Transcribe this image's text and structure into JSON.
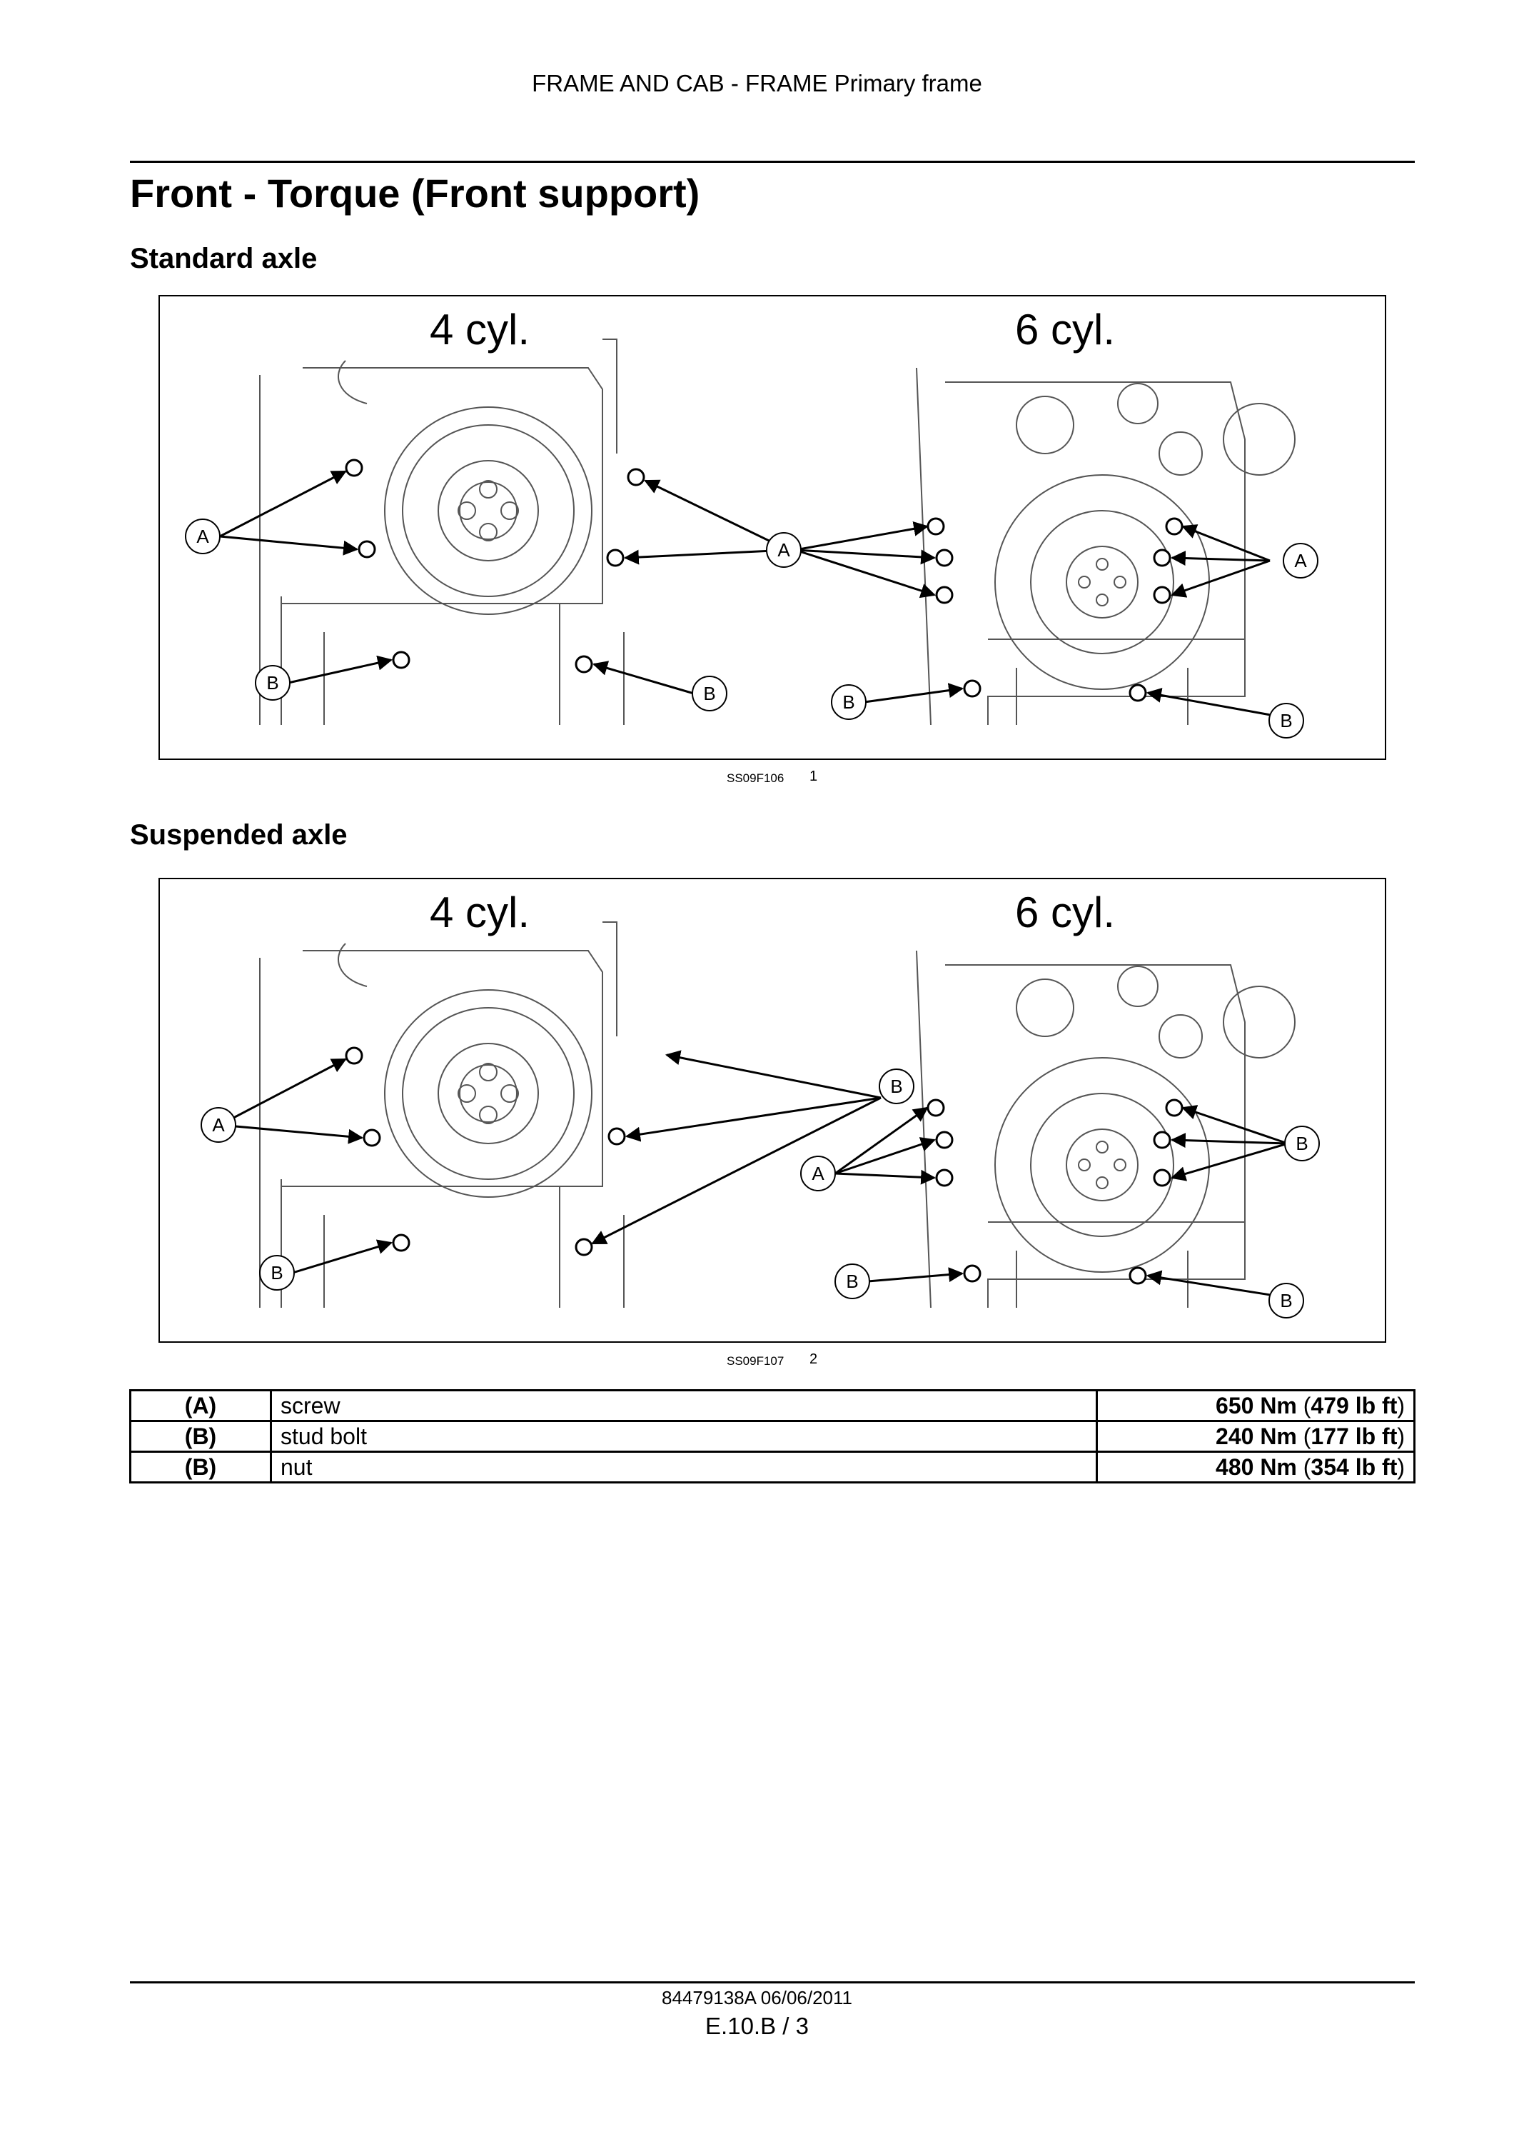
{
  "header": {
    "running_title": "FRAME AND CAB - FRAME Primary frame"
  },
  "page_title": "Front - Torque (Front support)",
  "sections": [
    {
      "heading": "Standard axle",
      "figure": {
        "left_label": "4 cyl.",
        "right_label": "6 cyl.",
        "callouts": [
          "A",
          "B"
        ],
        "image_code": "SS09F106",
        "number": "1"
      }
    },
    {
      "heading": "Suspended axle",
      "figure": {
        "left_label": "4 cyl.",
        "right_label": "6 cyl.",
        "callouts": [
          "A",
          "B"
        ],
        "image_code": "SS09F107",
        "number": "2"
      }
    }
  ],
  "torque_table": {
    "rows": [
      {
        "code": "(A)",
        "description": "screw",
        "nm": "650 Nm",
        "lbft": "479 lb ft"
      },
      {
        "code": "(B)",
        "description": "stud bolt",
        "nm": "240 Nm",
        "lbft": "177 lb ft"
      },
      {
        "code": "(B)",
        "description": "nut",
        "nm": "480 Nm",
        "lbft": "354 lb ft"
      }
    ]
  },
  "footer": {
    "doc_ref": "84479138A 06/06/2011",
    "page_ref": "E.10.B / 3"
  }
}
